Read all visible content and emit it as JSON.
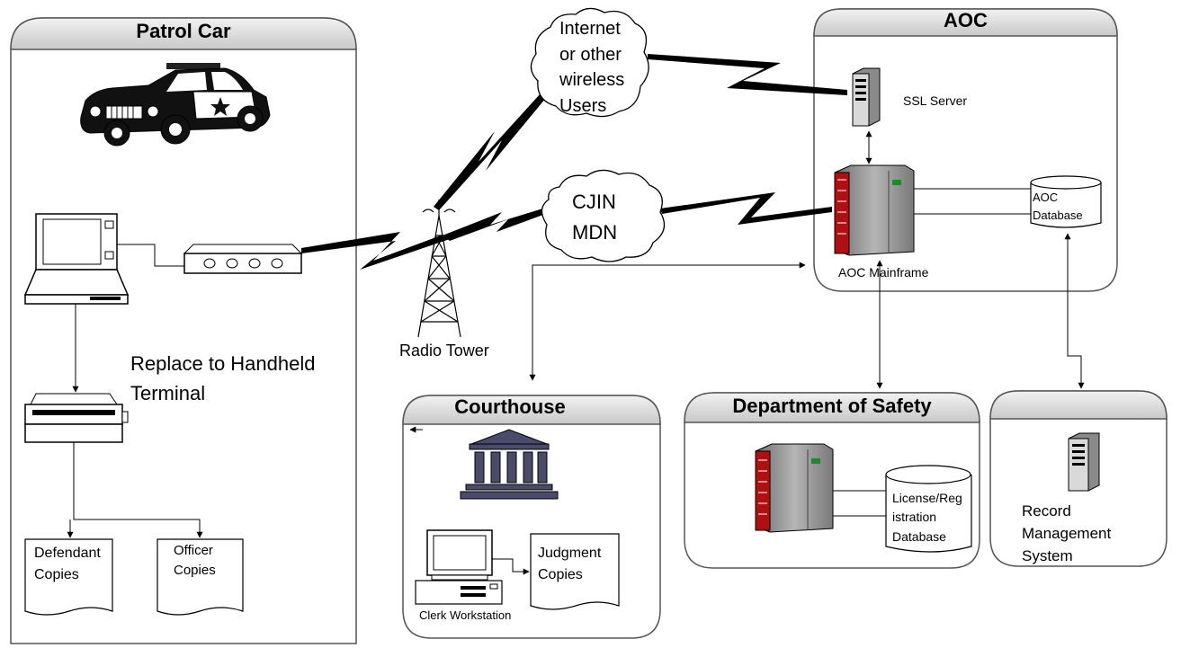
{
  "panels": {
    "patrol_car": "Patrol Car",
    "aoc": "AOC",
    "courthouse": "Courthouse",
    "department_of_safety": "Department of Safety"
  },
  "clouds": {
    "internet": [
      "Internet",
      "or other",
      "wireless",
      "Users"
    ],
    "cjin": [
      "CJIN",
      "MDN"
    ]
  },
  "labels": {
    "radio_tower": "Radio Tower",
    "replace_note": [
      "Replace to Handheld",
      "Terminal"
    ],
    "ssl_server": "SSL Server",
    "aoc_database": [
      "AOC",
      "Database"
    ],
    "aoc_mainframe": "AOC Mainframe",
    "defendant_copies": [
      "Defendant",
      "Copies"
    ],
    "officer_copies": [
      "Officer",
      "Copies"
    ],
    "judgment_copies": [
      "Judgment",
      "Copies"
    ],
    "clerk_workstation": "Clerk Workstation",
    "license_database": [
      "License/Reg",
      "istration",
      "Database"
    ],
    "record_management": [
      "Record",
      "Management",
      "System"
    ]
  },
  "colors": {
    "panel_border": "#555555",
    "panel_header": "#d9d9d9",
    "mainframe_body": "#8a8a8a",
    "mainframe_red": "#b01010",
    "columns": "#4a4a6a"
  },
  "icons": [
    "police-car-icon",
    "laptop-icon",
    "modem-icon",
    "printer-icon",
    "radio-tower-icon",
    "server-icon",
    "mainframe-icon",
    "database-icon",
    "courthouse-icon",
    "desktop-computer-icon",
    "document-icon",
    "lightning-link-icon",
    "cloud-icon"
  ]
}
